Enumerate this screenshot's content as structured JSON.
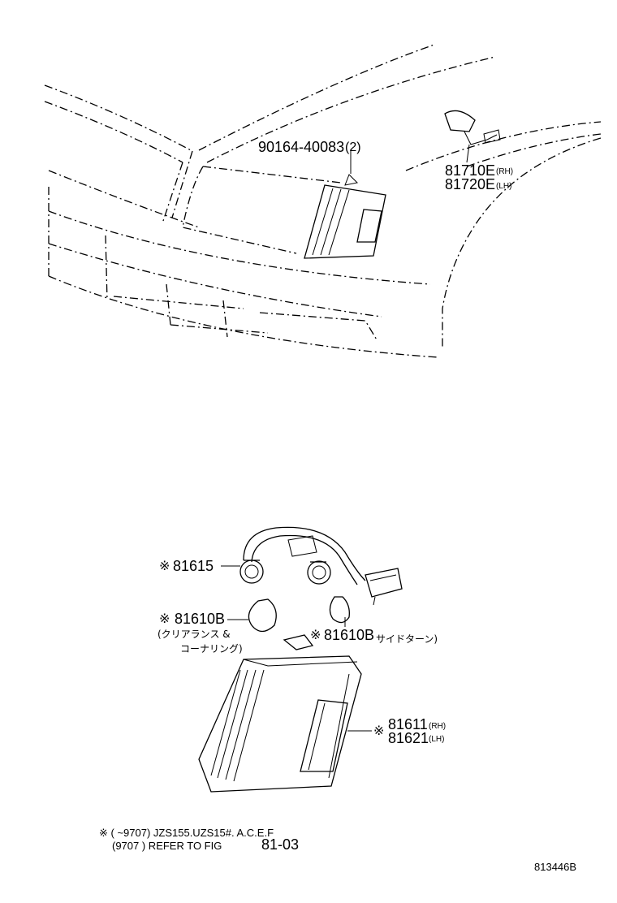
{
  "callouts": {
    "screw": {
      "number": "90164-40083",
      "qty": "(2)"
    },
    "socket_rh": {
      "number": "81710E",
      "side": "(RH)"
    },
    "socket_lh": {
      "number": "81720E",
      "side": "(LH)"
    },
    "bulb_socket": {
      "mark": "※",
      "number": "81615"
    },
    "bulb_clearance": {
      "mark": "※",
      "number": "81610B",
      "desc_line1": "(クリアランス  &",
      "desc_line2": "コーナリング)"
    },
    "bulb_side_turn": {
      "mark": "※",
      "number": "81610B",
      "desc": "サイドターン)"
    },
    "lamp_rh": {
      "mark": "※",
      "number": "81611",
      "side": "(RH)"
    },
    "lamp_lh": {
      "number": "81621",
      "side": "(LH)"
    }
  },
  "note": {
    "line1": "※ (      ~9707)  JZS155.UZS15#.  A.C.E.F",
    "line2": "(9707      )  REFER TO FIG",
    "fig_ref": "81-03"
  },
  "figure_id": "813446B"
}
